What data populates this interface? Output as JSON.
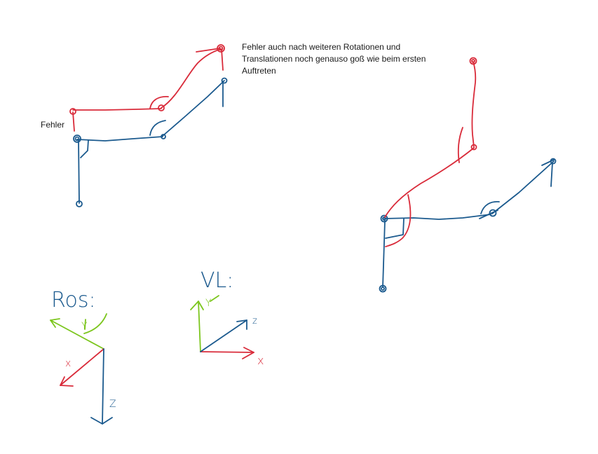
{
  "labels": {
    "fehler": "Fehler",
    "description_line1": "Fehler auch nach weiteren Rotationen und",
    "description_line2": "Translationen noch genauso goß wie beim ersten",
    "description_line3": "Auftreten"
  },
  "frames": {
    "ros": {
      "title": "Ros:",
      "axis_x": "x",
      "axis_y": "Y",
      "axis_z": "Z"
    },
    "vl": {
      "title": "VL:",
      "axis_x": "x",
      "axis_y": "Y",
      "axis_z": "z"
    }
  },
  "colors": {
    "red": "#d92b3a",
    "blue": "#1b5a8e",
    "green": "#7cc61e",
    "text": "#1a1a1a"
  }
}
